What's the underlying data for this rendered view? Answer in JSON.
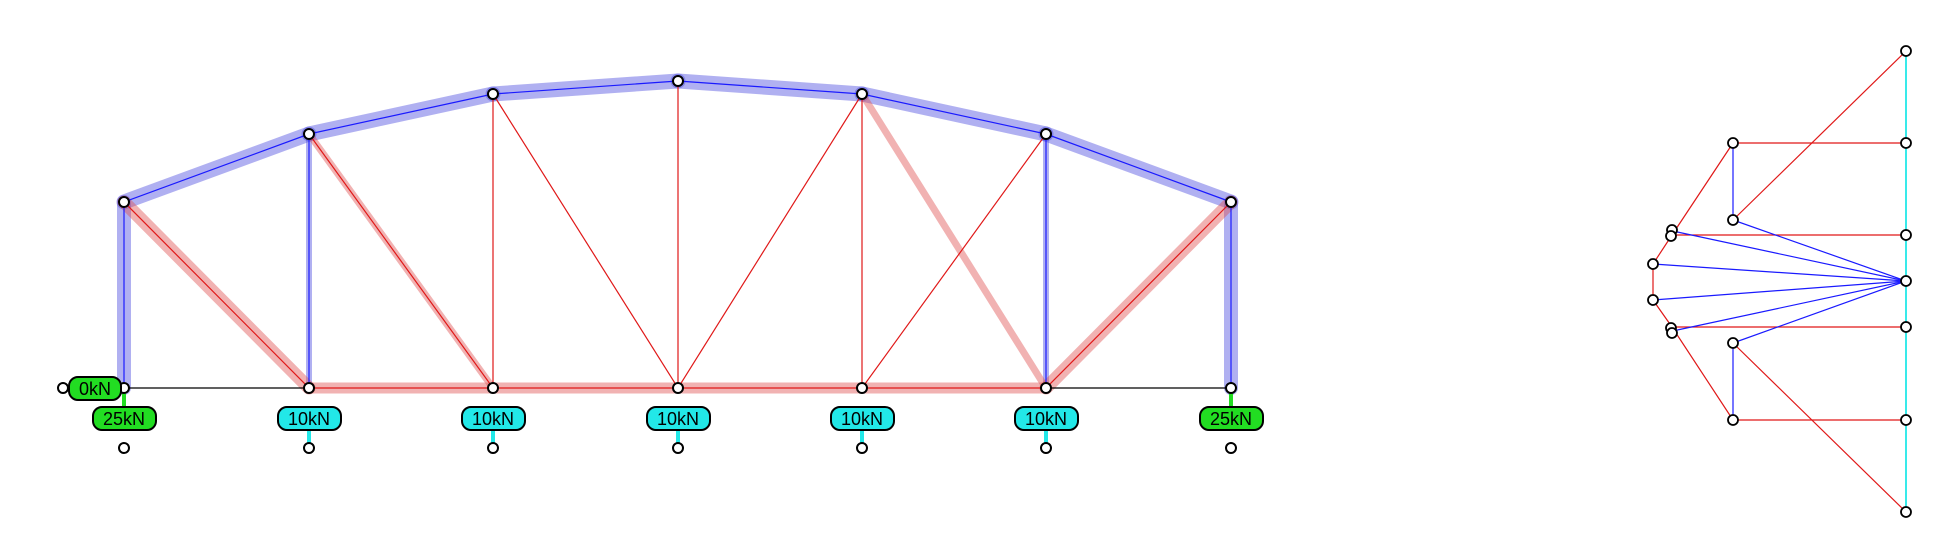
{
  "colors": {
    "tension": "#e01818",
    "compression": "#1a1aff",
    "tension_band": "#e05555",
    "compression_band": "#5050e0",
    "neutral": "#000000",
    "support_fill": "#22dd22",
    "load_fill": "#22e8e8",
    "resultant_line": "#22e8e8"
  },
  "loads": {
    "horizontal_reaction": "0kN",
    "left_reaction": "25kN",
    "panel_loads": [
      "10kN",
      "10kN",
      "10kN",
      "10kN",
      "10kN"
    ],
    "right_reaction": "25kN"
  }
}
